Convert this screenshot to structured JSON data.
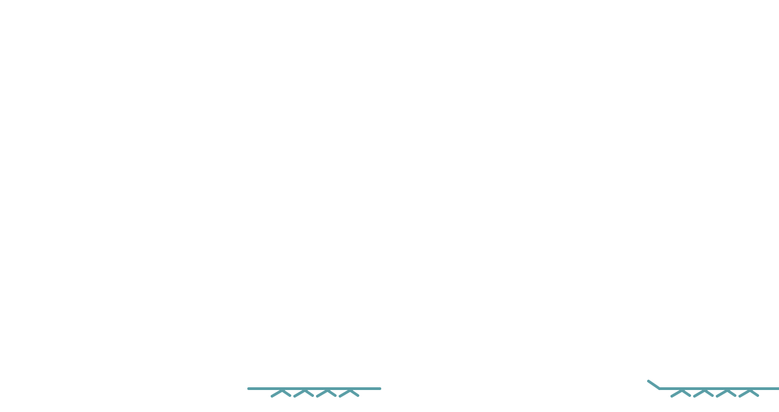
{
  "colors": {
    "background": "#ffffff",
    "stroke": "#5a9ea6"
  },
  "ornaments": [
    {
      "kind": "scroll-divider",
      "crosses": 4,
      "leading_tail": false
    },
    {
      "kind": "scroll-divider",
      "crosses": 4,
      "leading_tail": true
    }
  ]
}
